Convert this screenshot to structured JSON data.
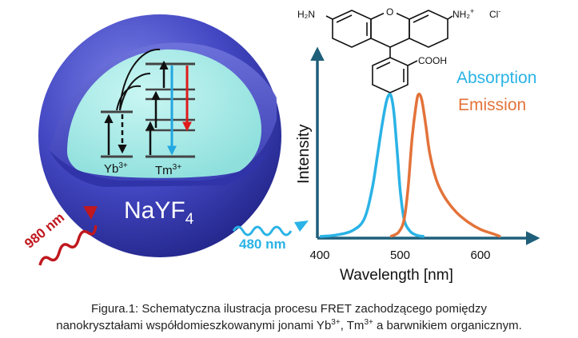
{
  "colors": {
    "shell_dark": "#2c2f9e",
    "shell_light": "#5a60d0",
    "core_fill": "#a6ecea",
    "laser_red": "#c0181e",
    "blue": "#2ab3e6",
    "orange": "#e3733a",
    "axis": "#1f5f7a",
    "red_arrow": "#e01b1b",
    "cyan_arrow": "#23a7e0"
  },
  "nanoparticle": {
    "label_main": "NaYF",
    "label_sub": "4",
    "yb_label": "Yb",
    "yb_sup": "3+",
    "tm_label": "Tm",
    "tm_sup": "3+",
    "excitation_label": "980 nm",
    "emission_label": "480 nm"
  },
  "molecule": {
    "left_group": "H₂N",
    "right_group": "NH₂",
    "right_charge": "+",
    "counter_ion": "Cl",
    "counter_charge": "-",
    "ring_oxygen": "O",
    "acid_group": "COOH"
  },
  "chart_data": {
    "type": "line",
    "xlabel": "Wavelength [nm]",
    "ylabel": "Intensity",
    "xlim": [
      390,
      670
    ],
    "ylim": [
      0,
      1.05
    ],
    "xticks": [
      400,
      500,
      600
    ],
    "series": [
      {
        "name": "Absorption",
        "color": "#2ab3e6",
        "x": [
          400,
          420,
          440,
          455,
          465,
          472,
          478,
          483,
          487,
          490,
          493,
          497,
          500,
          505,
          512,
          520,
          530
        ],
        "y": [
          0.0,
          0.01,
          0.04,
          0.12,
          0.33,
          0.58,
          0.8,
          0.95,
          1.0,
          0.96,
          0.83,
          0.55,
          0.33,
          0.12,
          0.04,
          0.01,
          0.0
        ]
      },
      {
        "name": "Emission",
        "color": "#e3733a",
        "x": [
          488,
          498,
          505,
          510,
          515,
          520,
          523,
          527,
          532,
          537,
          545,
          555,
          570,
          585,
          600,
          615,
          625
        ],
        "y": [
          0.0,
          0.03,
          0.12,
          0.35,
          0.7,
          0.93,
          1.0,
          0.96,
          0.78,
          0.58,
          0.4,
          0.28,
          0.17,
          0.1,
          0.05,
          0.02,
          0.0
        ]
      }
    ]
  },
  "caption": {
    "part1": "Figura.1: Schematyczna ilustracja procesu FRET zachodzącego pomiędzy",
    "part2": "nanokryształami współdomieszkowanymi jonami Yb",
    "sup1": "3+",
    "part3": ", Tm",
    "sup2": "3+",
    "part4": " a barwnikiem organicznym."
  }
}
